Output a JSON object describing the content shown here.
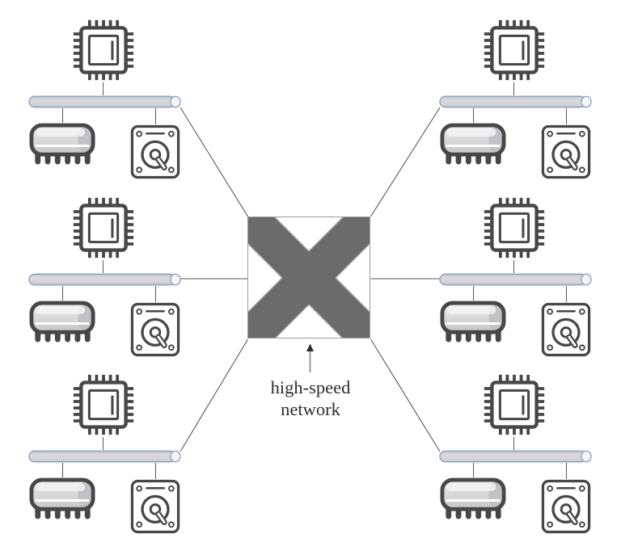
{
  "diagram": {
    "kind": "shared-bus multiprocessor nodes connected through a central crossbar switch",
    "center_label": {
      "line1": "high-speed",
      "line2": "network"
    },
    "switch": {
      "symbol": "crossbar-x",
      "x_color": "#6b6b6b",
      "box_border_color": "#9b9b9b"
    },
    "nodes": [
      {
        "id": "top-left",
        "components": [
          "cpu-chip-icon",
          "bus-cylinder",
          "memory-module-icon",
          "hard-disk-icon"
        ]
      },
      {
        "id": "middle-left",
        "components": [
          "cpu-chip-icon",
          "bus-cylinder",
          "memory-module-icon",
          "hard-disk-icon"
        ]
      },
      {
        "id": "bottom-left",
        "components": [
          "cpu-chip-icon",
          "bus-cylinder",
          "memory-module-icon",
          "hard-disk-icon"
        ]
      },
      {
        "id": "top-right",
        "components": [
          "cpu-chip-icon",
          "bus-cylinder",
          "memory-module-icon",
          "hard-disk-icon"
        ]
      },
      {
        "id": "middle-right",
        "components": [
          "cpu-chip-icon",
          "bus-cylinder",
          "memory-module-icon",
          "hard-disk-icon"
        ]
      },
      {
        "id": "bottom-right",
        "components": [
          "cpu-chip-icon",
          "bus-cylinder",
          "memory-module-icon",
          "hard-disk-icon"
        ]
      }
    ],
    "colors": {
      "icon_stroke": "#474747",
      "bus_outline": "#94a5c1",
      "bus_fill": "#d4d6da",
      "wire": "#575757",
      "arrow_shaft": "#8a8a8a",
      "arrow_head": "#2e2e2e",
      "label_text": "#2d2d2d",
      "background": "#ffffff"
    }
  }
}
